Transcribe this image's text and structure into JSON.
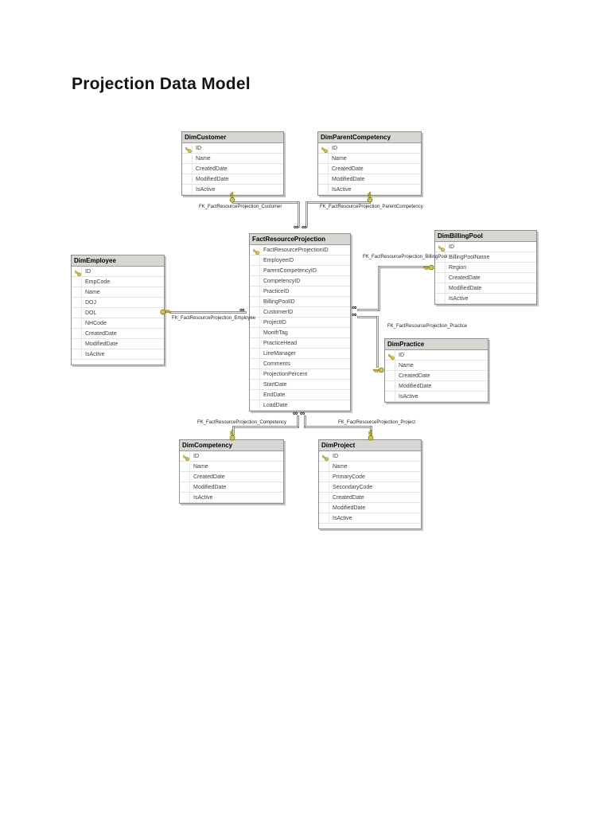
{
  "page": {
    "title": "Projection Data Model"
  },
  "glyphs": {
    "many": "∞",
    "key": "key-icon"
  },
  "colors": {
    "page_bg": "#ffffff",
    "table_header_bg": "#d8d6d0",
    "table_border": "#8f8f8f",
    "connector": "#909090",
    "key_gold": "#efdc3a",
    "key_outline": "#6f6400"
  },
  "tables": [
    {
      "name": "DimCustomer",
      "fields": [
        {
          "name": "ID",
          "pk": true
        },
        {
          "name": "Name",
          "pk": false
        },
        {
          "name": "CreatedDate",
          "pk": false
        },
        {
          "name": "ModifiedDate",
          "pk": false
        },
        {
          "name": "IsActive",
          "pk": false
        }
      ]
    },
    {
      "name": "DimParentCompetency",
      "fields": [
        {
          "name": "ID",
          "pk": true
        },
        {
          "name": "Name",
          "pk": false
        },
        {
          "name": "CreatedDate",
          "pk": false
        },
        {
          "name": "ModifiedDate",
          "pk": false
        },
        {
          "name": "IsActive",
          "pk": false
        }
      ]
    },
    {
      "name": "FactResourceProjection",
      "fields": [
        {
          "name": "FactResourceProjectionID",
          "pk": true
        },
        {
          "name": "EmployeeID",
          "pk": false
        },
        {
          "name": "ParentCompetencyID",
          "pk": false
        },
        {
          "name": "CompetencyID",
          "pk": false
        },
        {
          "name": "PracticeID",
          "pk": false
        },
        {
          "name": "BillingPoolID",
          "pk": false
        },
        {
          "name": "CustomerID",
          "pk": false
        },
        {
          "name": "ProjectID",
          "pk": false
        },
        {
          "name": "MonthTag",
          "pk": false
        },
        {
          "name": "PracticeHead",
          "pk": false
        },
        {
          "name": "LineManager",
          "pk": false
        },
        {
          "name": "Comments",
          "pk": false
        },
        {
          "name": "ProjectionPercent",
          "pk": false
        },
        {
          "name": "StartDate",
          "pk": false
        },
        {
          "name": "EndDate",
          "pk": false
        },
        {
          "name": "LoadDate",
          "pk": false
        }
      ]
    },
    {
      "name": "DimEmployee",
      "fields": [
        {
          "name": "ID",
          "pk": true
        },
        {
          "name": "EmpCode",
          "pk": false
        },
        {
          "name": "Name",
          "pk": false
        },
        {
          "name": "DOJ",
          "pk": false
        },
        {
          "name": "DOL",
          "pk": false
        },
        {
          "name": "NHCode",
          "pk": false
        },
        {
          "name": "CreatedDate",
          "pk": false
        },
        {
          "name": "ModifiedDate",
          "pk": false
        },
        {
          "name": "IsActive",
          "pk": false
        }
      ]
    },
    {
      "name": "DimBillingPool",
      "fields": [
        {
          "name": "ID",
          "pk": true
        },
        {
          "name": "BillingPoolName",
          "pk": false
        },
        {
          "name": "Region",
          "pk": false
        },
        {
          "name": "CreatedDate",
          "pk": false
        },
        {
          "name": "ModifiedDate",
          "pk": false
        },
        {
          "name": "IsActive",
          "pk": false
        }
      ]
    },
    {
      "name": "DimPractice",
      "fields": [
        {
          "name": "ID",
          "pk": true
        },
        {
          "name": "Name",
          "pk": false
        },
        {
          "name": "CreatedDate",
          "pk": false
        },
        {
          "name": "ModifiedDate",
          "pk": false
        },
        {
          "name": "IsActive",
          "pk": false
        }
      ]
    },
    {
      "name": "DimCompetency",
      "fields": [
        {
          "name": "ID",
          "pk": true
        },
        {
          "name": "Name",
          "pk": false
        },
        {
          "name": "CreatedDate",
          "pk": false
        },
        {
          "name": "ModifiedDate",
          "pk": false
        },
        {
          "name": "IsActive",
          "pk": false
        }
      ]
    },
    {
      "name": "DimProject",
      "fields": [
        {
          "name": "ID",
          "pk": true
        },
        {
          "name": "Name",
          "pk": false
        },
        {
          "name": "PrimaryCode",
          "pk": false
        },
        {
          "name": "SecondaryCode",
          "pk": false
        },
        {
          "name": "CreatedDate",
          "pk": false
        },
        {
          "name": "ModifiedDate",
          "pk": false
        },
        {
          "name": "IsActive",
          "pk": false
        }
      ]
    }
  ],
  "relationships": [
    {
      "label": "FK_FactResourceProjection_Customer",
      "one_side": "DimCustomer",
      "many_side": "FactResourceProjection"
    },
    {
      "label": "FK_FactResourceProjection_ParentCompetency",
      "one_side": "DimParentCompetency",
      "many_side": "FactResourceProjection"
    },
    {
      "label": "FK_FactResourceProjection_Employee",
      "one_side": "DimEmployee",
      "many_side": "FactResourceProjection"
    },
    {
      "label": "FK_FactResourceProjection_BillingPool",
      "one_side": "DimBillingPool",
      "many_side": "FactResourceProjection"
    },
    {
      "label": "FK_FactResourceProjection_Practice",
      "one_side": "DimPractice",
      "many_side": "FactResourceProjection"
    },
    {
      "label": "FK_FactResourceProjection_Competency",
      "one_side": "DimCompetency",
      "many_side": "FactResourceProjection"
    },
    {
      "label": "FK_FactResourceProjection_Project",
      "one_side": "DimProject",
      "many_side": "FactResourceProjection"
    }
  ]
}
